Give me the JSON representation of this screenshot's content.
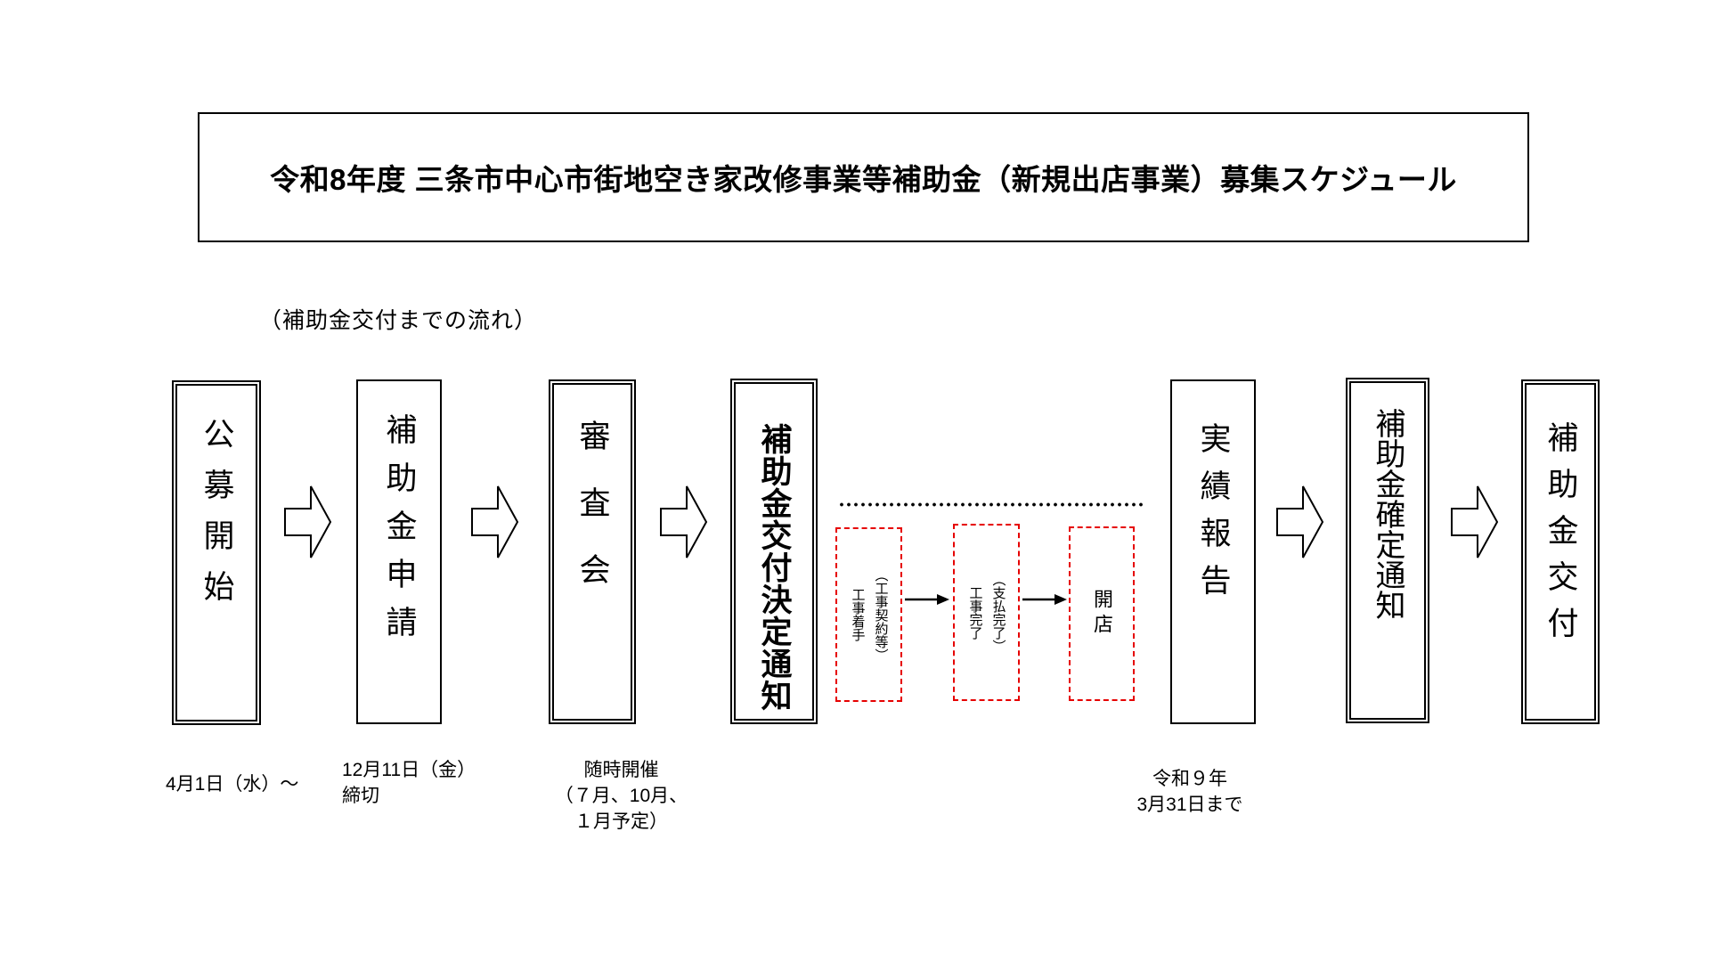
{
  "page": {
    "title": "令和8年度 三条市中心市街地空き家改修事業等補助金（新規出店事業）募集スケジュール",
    "flow_label": "（補助金交付までの流れ）"
  },
  "flow": {
    "steps": [
      {
        "id": "kobo-kaishi",
        "label": "公募開始",
        "note": "4月1日（水）～"
      },
      {
        "id": "hojokin-shinsei",
        "label": "補助金申請",
        "note": "12月11日（金）\n締切"
      },
      {
        "id": "shinsakai",
        "label": "審査会",
        "note": "随時開催\n（７月、10月、\n１月予定）"
      },
      {
        "id": "kofu-kettei-tsuchi",
        "label": "補助金交付決定通知"
      },
      {
        "id": "jisseki-hokoku",
        "label": "実績報告",
        "note": "令和９年\n3月31日まで"
      },
      {
        "id": "kakutei-tsuchi",
        "label": "補助金確定通知"
      },
      {
        "id": "hojokin-kofu",
        "label": "補助金交付"
      }
    ]
  },
  "construction_flow": {
    "steps": [
      {
        "id": "koji-chakushu",
        "label": "（工事契約等）\n工事着手"
      },
      {
        "id": "koji-kanryo",
        "label": "（支払完了）\n工事完了"
      },
      {
        "id": "kaiten",
        "label": "開店"
      }
    ]
  },
  "colors": {
    "ink": "#000000",
    "construction_border_red": "#e60000",
    "background": "#ffffff"
  }
}
